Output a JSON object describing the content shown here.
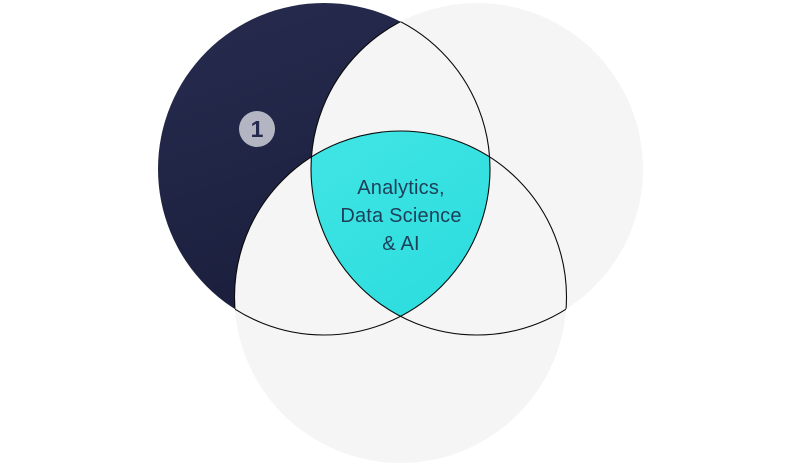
{
  "diagram": {
    "type": "venn-3-circle",
    "center_label": {
      "lines": [
        "Analytics,",
        "Data Science",
        "& AI"
      ]
    },
    "badge": {
      "value": "1"
    },
    "colors": {
      "circle_fill": "#f5f5f5",
      "outline": "#0a0a0a",
      "highlight_start": "#272c50",
      "highlight_end": "#1a1e3b",
      "intersection_start": "#52ede8",
      "intersection_end": "#2edddf",
      "badge_bg": "#b3b6c2",
      "badge_text": "#242a4e",
      "label_text": "#1d3f57"
    }
  }
}
